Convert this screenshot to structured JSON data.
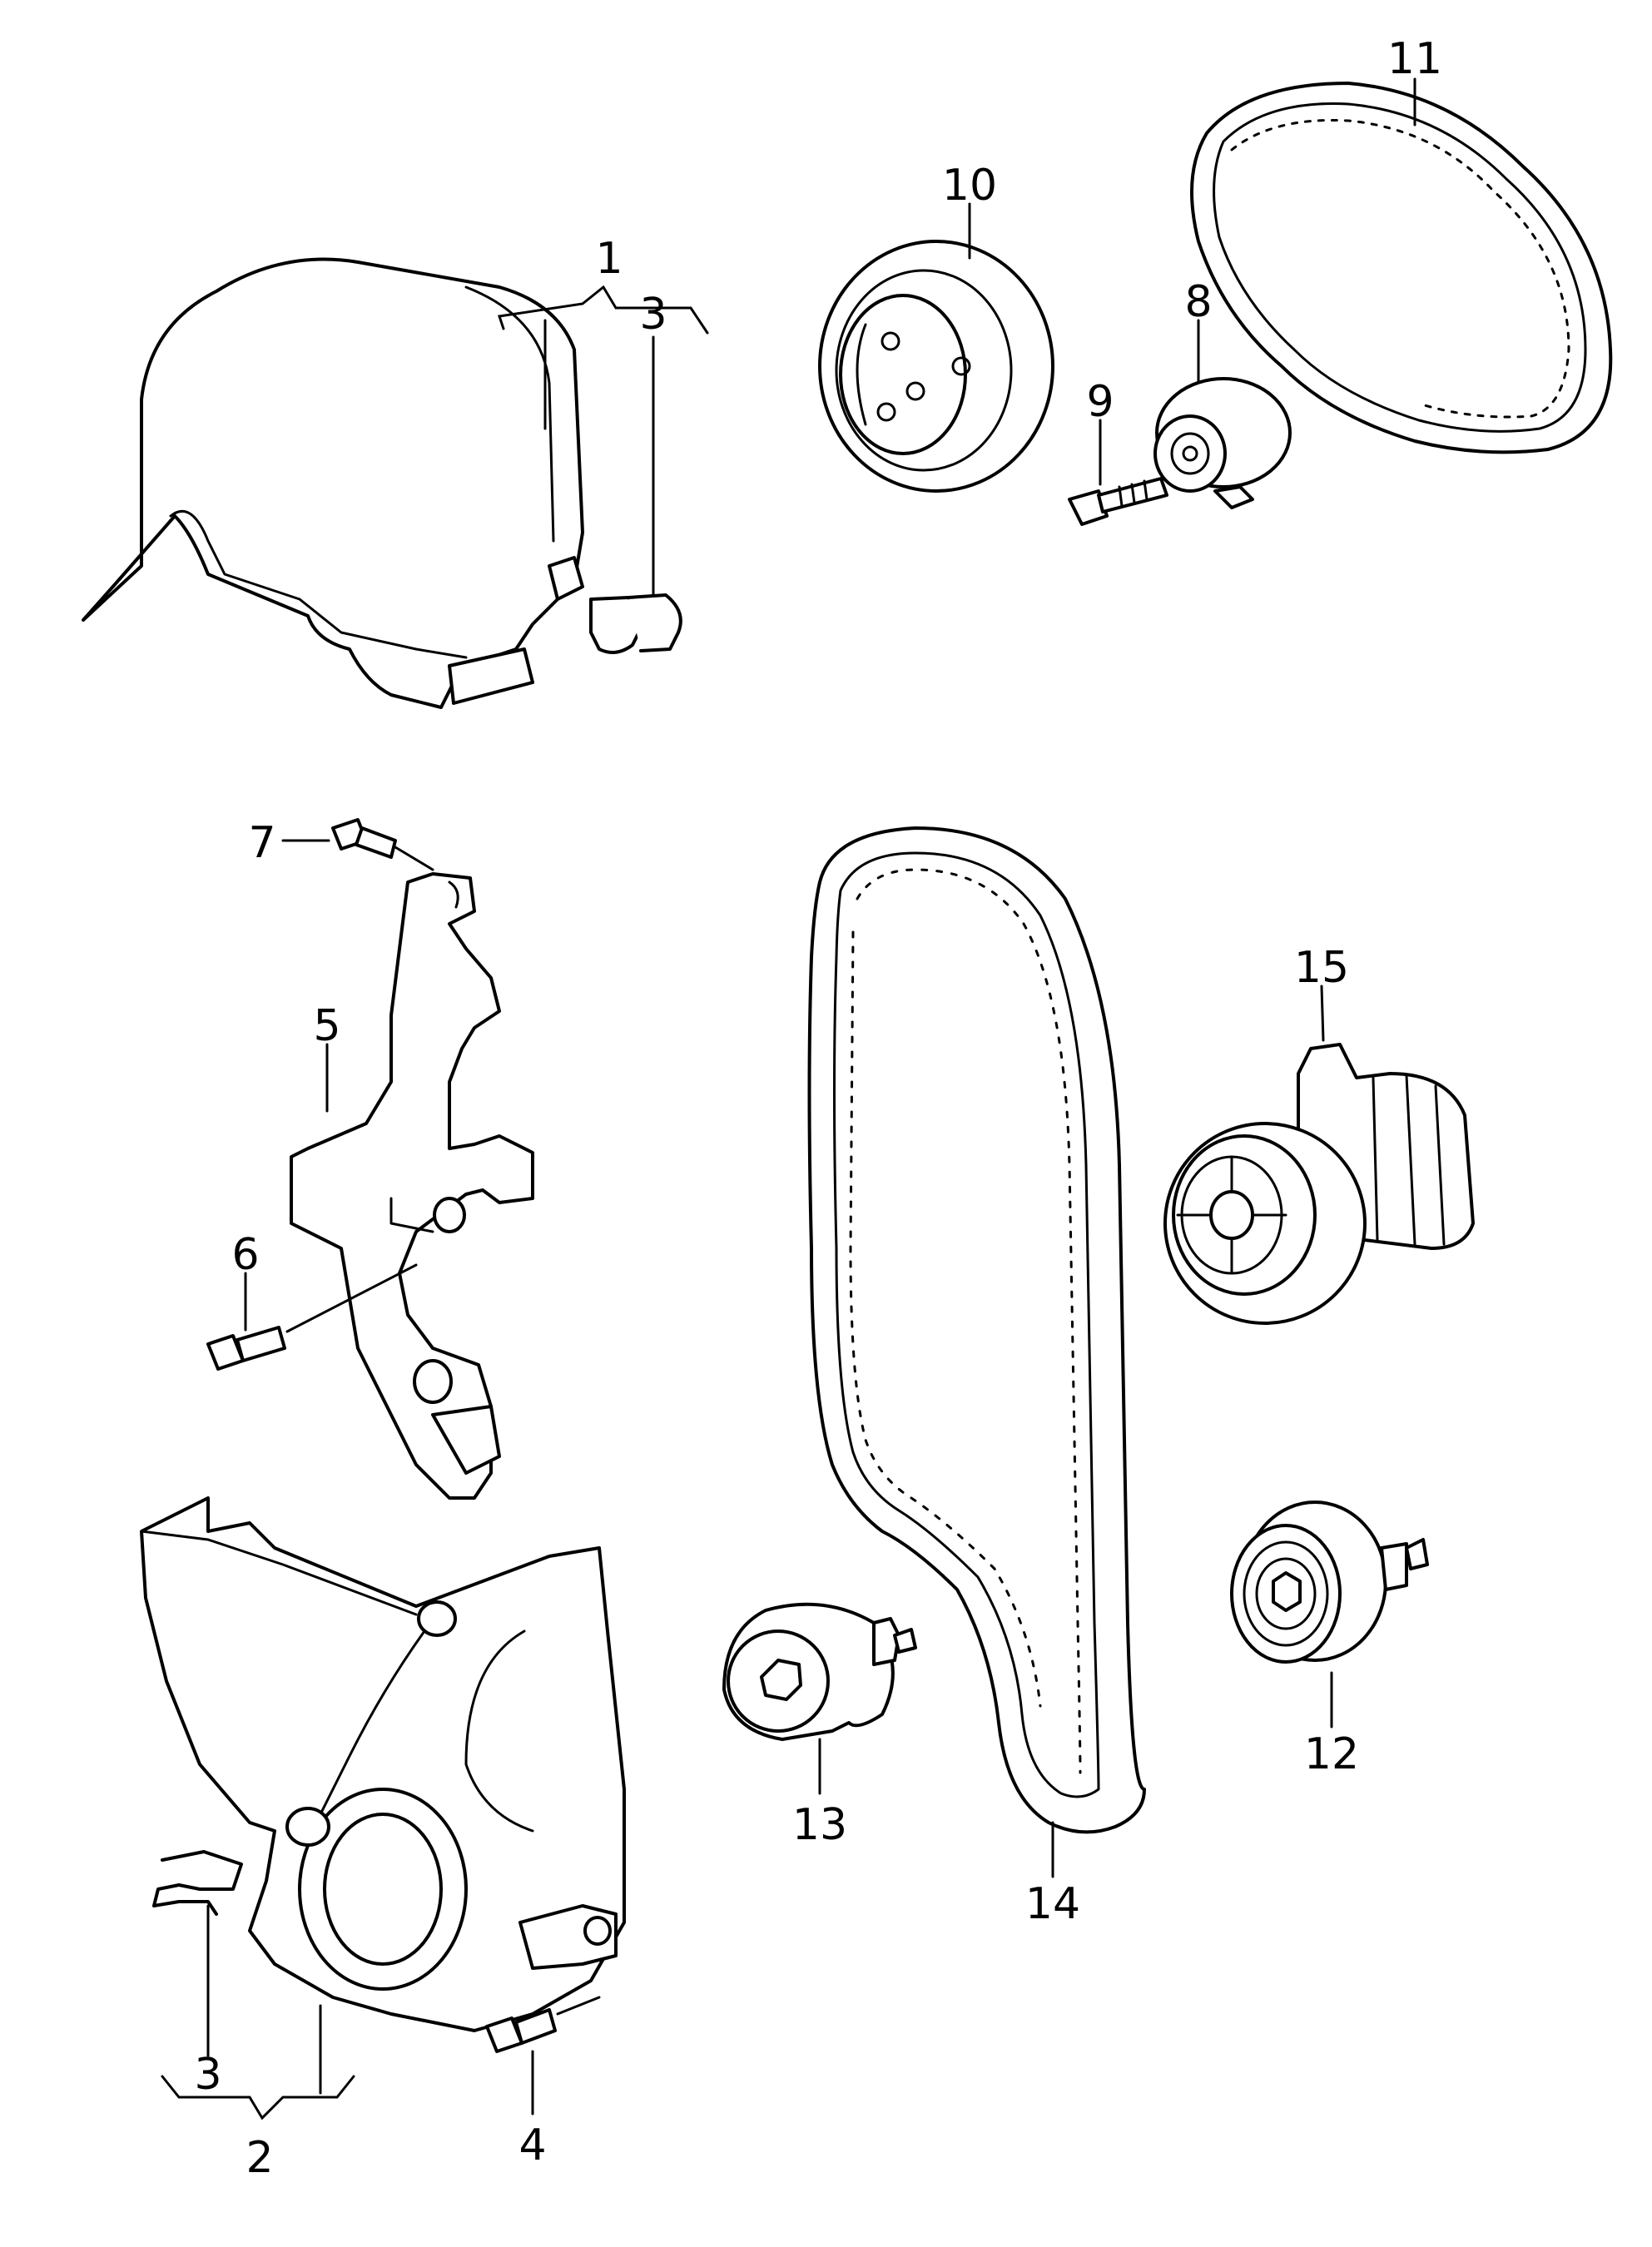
{
  "callouts": [
    {
      "id": "1",
      "text": "1"
    },
    {
      "id": "2",
      "text": "2"
    },
    {
      "id": "3a",
      "text": "3"
    },
    {
      "id": "3b",
      "text": "3"
    },
    {
      "id": "4",
      "text": "4"
    },
    {
      "id": "5",
      "text": "5"
    },
    {
      "id": "6",
      "text": "6"
    },
    {
      "id": "7",
      "text": "7"
    },
    {
      "id": "8",
      "text": "8"
    },
    {
      "id": "9",
      "text": "9"
    },
    {
      "id": "10",
      "text": "10"
    },
    {
      "id": "11",
      "text": "11"
    },
    {
      "id": "12",
      "text": "12"
    },
    {
      "id": "13",
      "text": "13"
    },
    {
      "id": "14",
      "text": "14"
    },
    {
      "id": "15",
      "text": "15"
    }
  ]
}
